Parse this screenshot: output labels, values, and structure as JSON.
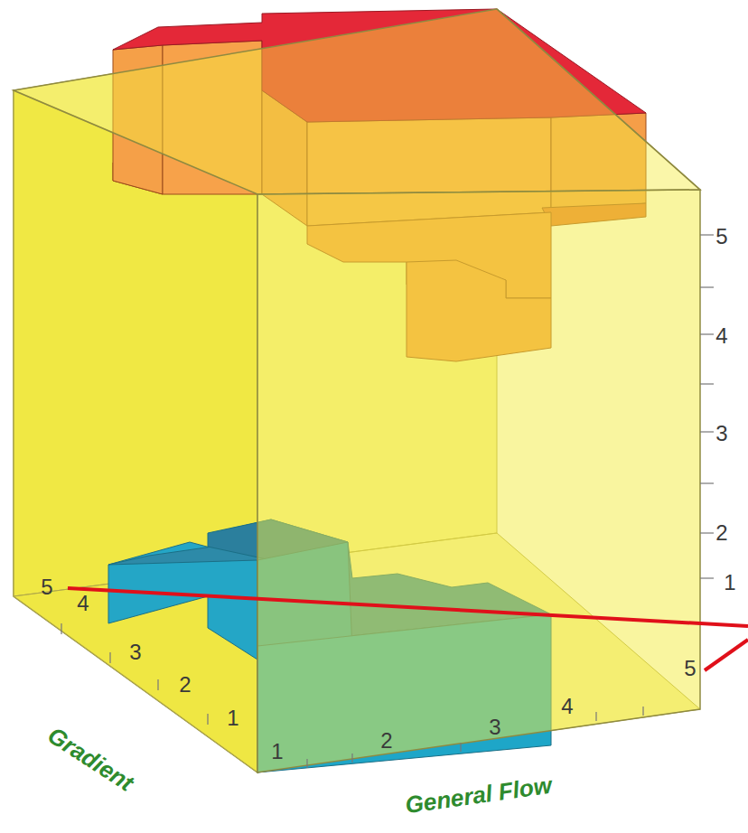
{
  "diagram": {
    "labels": [
      "5",
      "4",
      "3",
      "2",
      "1",
      "1",
      "2",
      "3",
      "4",
      "5",
      "5",
      "4",
      "3",
      "2",
      "1",
      "Gradient",
      "General Flow"
    ]
  }
}
